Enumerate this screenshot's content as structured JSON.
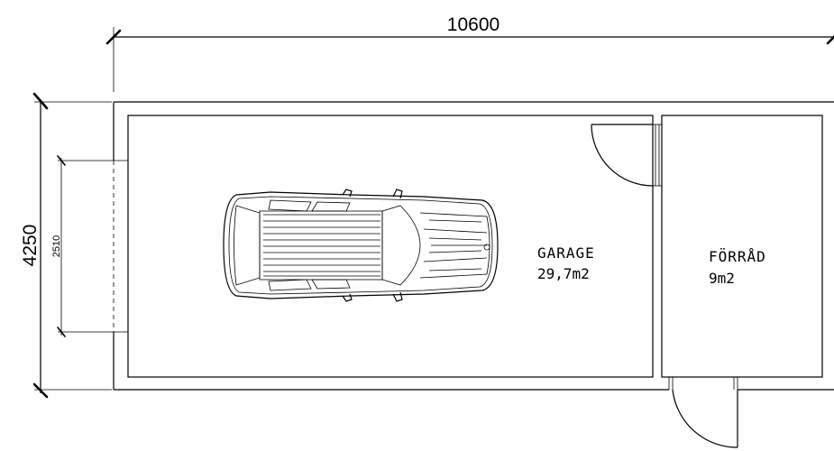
{
  "dimensions": {
    "overall_width": "10600",
    "overall_depth": "4250",
    "door_opening": "2510"
  },
  "rooms": [
    {
      "name": "GARAGE",
      "area": "29,7m2"
    },
    {
      "name": "FÖRRÅD",
      "area": "9m2"
    }
  ],
  "symbols": [
    "car-icon",
    "door-swing-icon"
  ]
}
